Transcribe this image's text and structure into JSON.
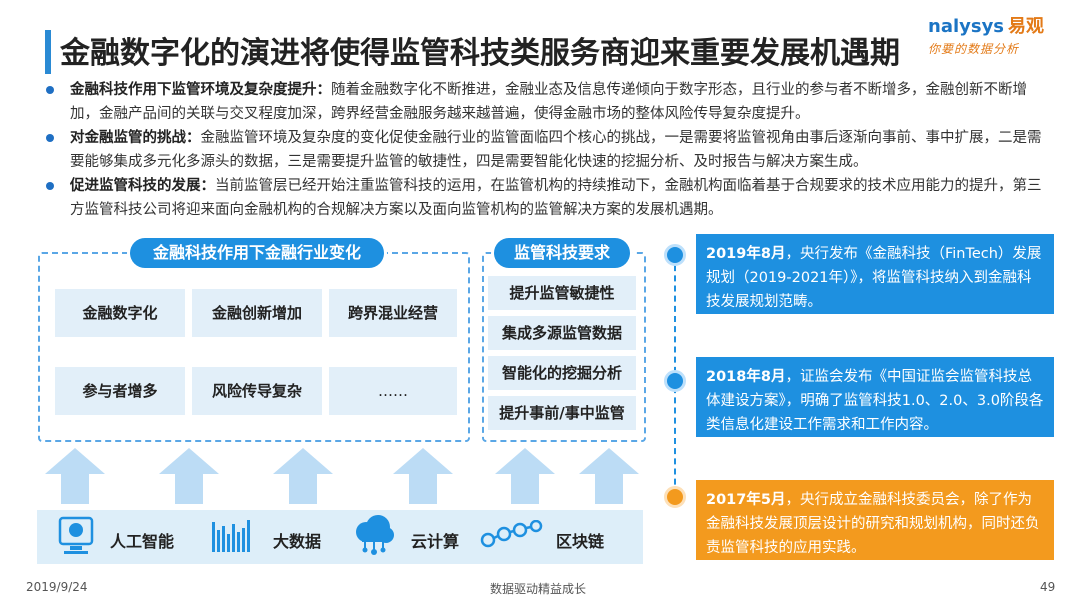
{
  "header": {
    "title": "金融数字化的演进将使得监管科技类服务商迎来重要发展机遇期",
    "logo_brand": "nalysys",
    "logo_cn": "易观",
    "logo_slogan": "你要的数据分析"
  },
  "bullets": [
    {
      "bold": "金融科技作用下监管环境及复杂度提升：",
      "text": "随着金融数字化不断推进，金融业态及信息传递倾向于数字形态，且行业的参与者不断增多，金融创新不断增加，金融产品间的关联与交叉程度加深，跨界经营金融服务越来越普遍，使得金融市场的整体风险传导复杂度提升。"
    },
    {
      "bold": "对金融监管的挑战：",
      "text": "金融监管环境及复杂度的变化促使金融行业的监管面临四个核心的挑战，一是需要将监管视角由事后逐渐向事前、事中扩展，二是需要能够集成多元化多源头的数据，三是需要提升监管的敏捷性，四是需要智能化快速的挖掘分析、及时报告与解决方案生成。"
    },
    {
      "bold": "促进监管科技的发展：",
      "text": "当前监管层已经开始注重监管科技的运用，在监管机构的持续推动下，金融机构面临着基于合规要求的技术应用能力的提升，第三方监管科技公司将迎来面向金融机构的合规解决方案以及面向监管机构的监管解决方案的发展机遇期。"
    }
  ],
  "industry": {
    "title": "金融科技作用下金融行业变化",
    "cells": [
      "金融数字化",
      "金融创新增加",
      "跨界混业经营",
      "参与者增多",
      "风险传导复杂",
      "……"
    ]
  },
  "requirements": {
    "title": "监管科技要求",
    "items": [
      "提升监管敏捷性",
      "集成多源监管数据",
      "智能化的挖掘分析",
      "提升事前/事中监管"
    ]
  },
  "tech": [
    {
      "icon": "ai-icon",
      "label": "人工智能"
    },
    {
      "icon": "bigdata-icon",
      "label": "大数据"
    },
    {
      "icon": "cloud-icon",
      "label": "云计算"
    },
    {
      "icon": "blockchain-icon",
      "label": "区块链"
    }
  ],
  "timeline": [
    {
      "date": "2019年8月",
      "text": "，央行发布《金融科技（FinTech）发展规划（2019-2021年）》，将监管科技纳入到金融科技发展规划范畴。",
      "color": "#1e90e0"
    },
    {
      "date": "2018年8月",
      "text": "，证监会发布《中国证监会监管科技总体建设方案》，明确了监管科技1.0、2.0、3.0阶段各类信息化建设工作需求和工作内容。",
      "color": "#1e90e0"
    },
    {
      "date": "2017年5月",
      "text": "，央行成立金融科技委员会，除了作为金融科技发展顶层设计的研究和规划机构，同时还负责监管科技的应用实践。",
      "color": "#f39a1e"
    }
  ],
  "footer": {
    "date": "2019/9/24",
    "center": "数据驱动精益成长",
    "page": "49"
  }
}
